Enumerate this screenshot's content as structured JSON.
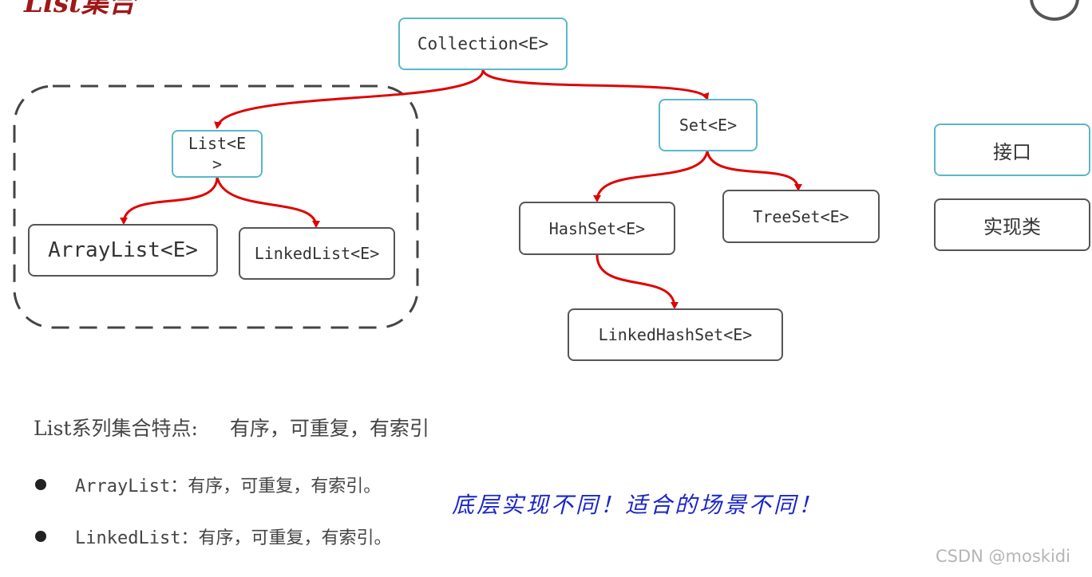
{
  "title": "List集合",
  "nodes": {
    "collection": "Collection<E>",
    "list_line1": "List<E",
    "list_line2": ">",
    "set": "Set<E>",
    "arraylist": "ArrayList<E>",
    "linkedlist": "LinkedList<E>",
    "hashset": "HashSet<E>",
    "treeset": "TreeSet<E>",
    "linkedhashset": "LinkedHashSet<E>"
  },
  "legend": {
    "interface": "接口",
    "implementation": "实现类"
  },
  "features": {
    "heading": "List系列集合特点:",
    "summary": "有序，可重复，有索引",
    "items": [
      {
        "name": "ArrayList",
        "desc": "：有序，可重复，有索引。"
      },
      {
        "name": "LinkedList",
        "desc": "：有序，可重复，有索引。"
      }
    ]
  },
  "annotation": "底层实现不同！适合的场景不同！",
  "watermark": "CSDN @moskidi",
  "colors": {
    "interface_border": "#5ab7c9",
    "impl_border": "#555555",
    "edge": "#e00000",
    "title": "#a01818",
    "annotation": "#1a25c8"
  }
}
